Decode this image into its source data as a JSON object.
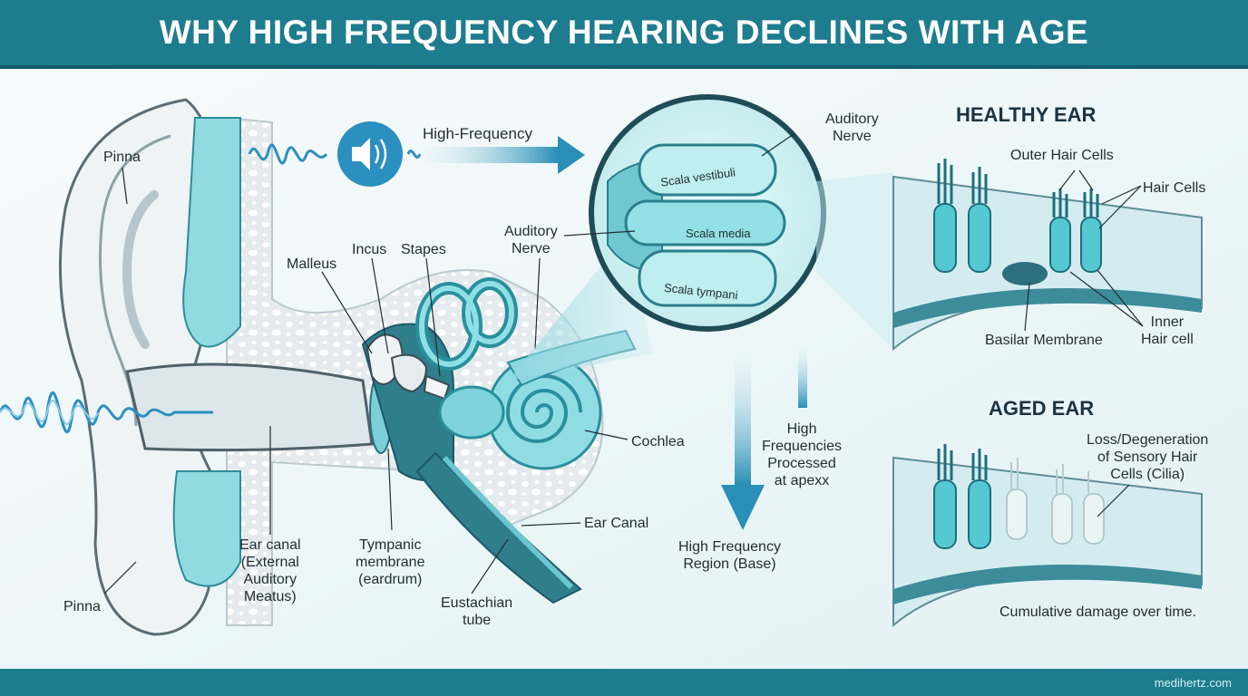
{
  "title": "WHY HIGH FREQUENCY HEARING DECLINES WITH AGE",
  "footer": {
    "credit": "medihertz.com"
  },
  "sound": {
    "arrow_label": "High-Frequency"
  },
  "ear_labels": {
    "pinna_top": "Pinna",
    "pinna_bottom": "Pinna",
    "malleus": "Malleus",
    "incus": "Incus",
    "stapes": "Stapes",
    "auditory_nerve": "Auditory\nNerve",
    "cochlea": "Cochlea",
    "ear_canal_right": "Ear Canal",
    "ear_canal_left": "Ear canal\n(External\nAuditory\nMeatus)",
    "tympanic": "Tympanic\nmembrane\n(eardrum)",
    "eustachian": "Eustachian\ntube"
  },
  "cross_section": {
    "scala_vestibuli": "Scala vestibuli",
    "scala_media": "Scala media",
    "scala_tympani": "Scala tympani",
    "auditory_nerve": "Auditory\nNerve"
  },
  "mid_labels": {
    "processed": "High\nFrequencies\nProcessed\nat apexx",
    "region": "High Frequency\nRegion (Base)"
  },
  "healthy": {
    "heading": "HEALTHY EAR",
    "outer_hair_cells": "Outer Hair Cells",
    "hair_cells": "Hair Cells",
    "basilar": "Basilar Membrane",
    "inner_hair_cell": "Inner\nHair cell"
  },
  "aged": {
    "heading": "AGED EAR",
    "loss": "Loss/Degeneration\nof Sensory Hair\nCells (Cilia)",
    "cumulative": "Cumulative damage over time."
  },
  "colors": {
    "brand": "#1d7c8e",
    "brand_dark": "#0f5e6e",
    "aqua": "#5fd0d8",
    "aqua_light": "#bfeef0",
    "wave": "#2b8fbf"
  }
}
